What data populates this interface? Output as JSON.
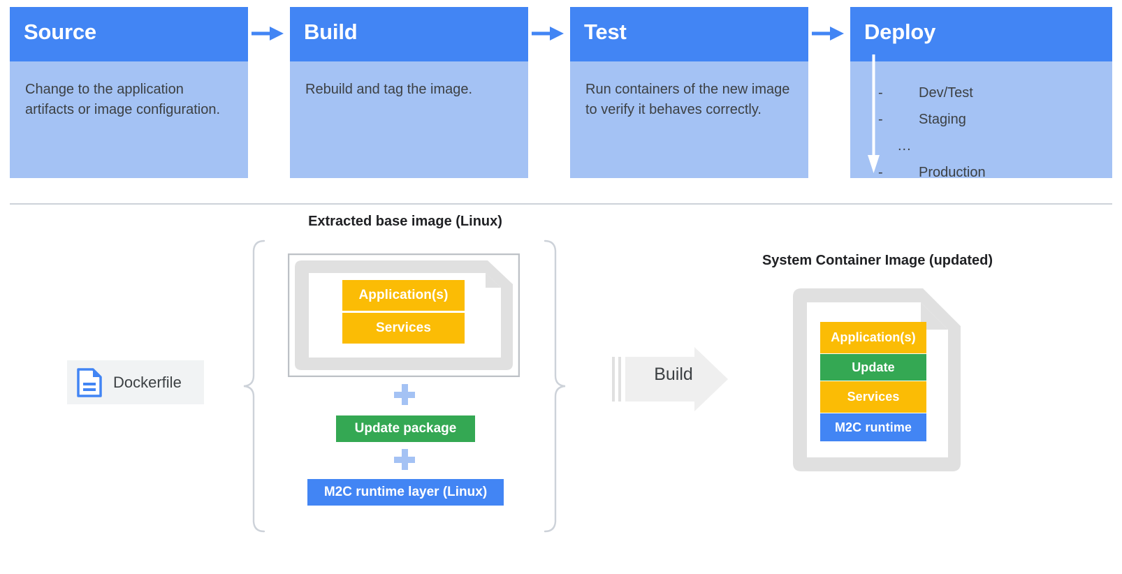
{
  "pipeline": {
    "stages": [
      {
        "title": "Source",
        "body": "Change to the application artifacts or image configuration."
      },
      {
        "title": "Build",
        "body": "Rebuild and tag the image."
      },
      {
        "title": "Test",
        "body": "Run containers of the new image to verify it behaves correctly."
      },
      {
        "title": "Deploy",
        "body": ""
      }
    ],
    "arrow_icon": "arrow-right-icon",
    "deploy_items": [
      {
        "marker": "-",
        "label": "Dev/Test"
      },
      {
        "marker": "-",
        "label": "Staging"
      },
      {
        "marker": "...",
        "label": ""
      },
      {
        "marker": "-",
        "label": "Production"
      }
    ],
    "deploy_flow_icon": "arrow-down-icon"
  },
  "lower": {
    "base_image": {
      "label": "Extracted base image (Linux)",
      "layers": [
        {
          "name": "Application(s)",
          "color": "#fbbc05"
        },
        {
          "name": "Services",
          "color": "#fbbc05"
        }
      ],
      "plus_icon": "plus-icon",
      "addends": [
        {
          "name": "Update package",
          "color": "#34a853"
        },
        {
          "name": "M2C runtime layer (Linux)",
          "color": "#4285f4"
        }
      ]
    },
    "dockerfile": {
      "label": "Dockerfile",
      "icon": "document-icon"
    },
    "build_arrow": {
      "label": "Build",
      "icon": "arrow-right-block-icon"
    },
    "output_image": {
      "label": "System Container Image (updated)",
      "layers": [
        {
          "name": "Application(s)",
          "color": "#fbbc05"
        },
        {
          "name": "Update",
          "color": "#34a853"
        },
        {
          "name": "Services",
          "color": "#fbbc05"
        },
        {
          "name": "M2C runtime",
          "color": "#4285f4"
        }
      ]
    }
  },
  "colors": {
    "header_blue": "#4285f4",
    "body_blue": "#a4c2f4",
    "yellow": "#fbbc05",
    "green": "#34a853",
    "blue": "#4285f4",
    "gray_frame": "#e0e0e0",
    "divider": "#cdd2d9"
  }
}
